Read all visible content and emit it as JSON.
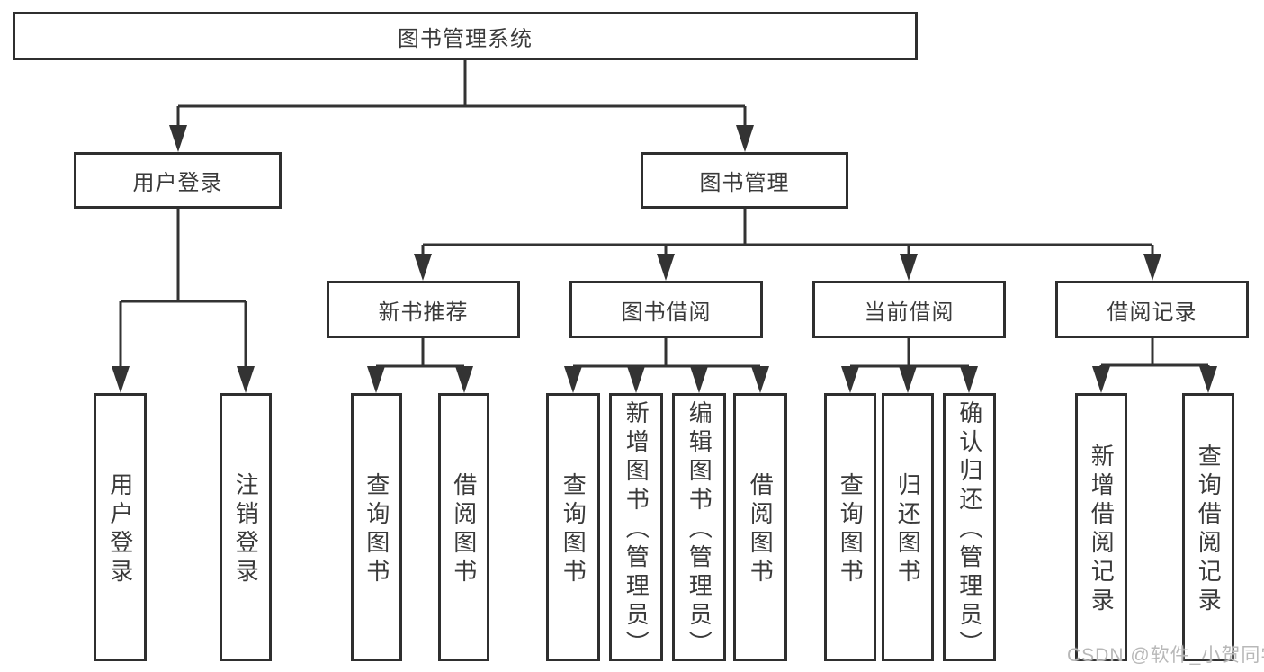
{
  "diagram": {
    "root": "图书管理系统",
    "level2": {
      "user": "用户登录",
      "book": "图书管理"
    },
    "modules": {
      "recommend": "新书推荐",
      "borrow": "图书借阅",
      "current": "当前借阅",
      "records": "借阅记录"
    },
    "leaves": {
      "user": [
        "用户登录",
        "注销登录"
      ],
      "recommend": [
        "查询图书",
        "借阅图书"
      ],
      "borrow": [
        "查询图书",
        "新增图书（管理员）",
        "编辑图书（管理员）",
        "借阅图书"
      ],
      "current": [
        "查询图书",
        "归还图书",
        "确认归还（管理员）"
      ],
      "records": [
        "新增借阅记录",
        "查询借阅记录"
      ]
    },
    "line_color": "#333333",
    "border_color": "#2f2f2f",
    "text_color": "#3a3a3a"
  },
  "watermark": {
    "text": "CSDN @软件_小贺同学",
    "color": "#b8b8b8"
  }
}
